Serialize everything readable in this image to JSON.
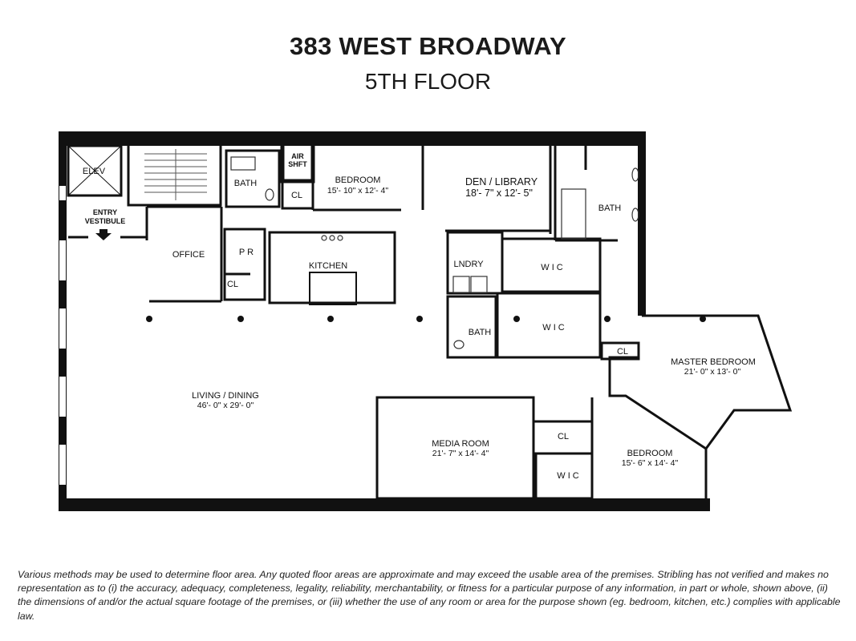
{
  "header": {
    "title": "383 WEST BROADWAY",
    "subtitle": "5TH FLOOR"
  },
  "rooms": {
    "elev": "ELEV",
    "entry_1": "ENTRY",
    "entry_2": "VESTIBULE",
    "bath_top": "BATH",
    "air_shaft_1": "AIR",
    "air_shaft_2": "SHFT",
    "cl_top": "CL",
    "bedroom_top_name": "BEDROOM",
    "bedroom_top_dim": "15'- 10\" x 12'- 4\"",
    "den_name": "DEN / LIBRARY",
    "den_dim": "18'- 7\" x 12'- 5\"",
    "bath_right": "BATH",
    "office": "OFFICE",
    "pr": "P R",
    "cl_office": "CL",
    "kitchen": "KITCHEN",
    "laundry": "LNDRY",
    "wic_top": "W I C",
    "wic_mid": "W I C",
    "bath_mid": "BATH",
    "cl_master": "CL",
    "master_name": "MASTER BEDROOM",
    "master_dim": "21'- 0\" x 13'- 0\"",
    "living_name": "LIVING / DINING",
    "living_dim": "46'- 0\" x 29'- 0\"",
    "media_name": "MEDIA ROOM",
    "media_dim": "21'- 7\" x 14'- 4\"",
    "cl_media": "CL",
    "wic_bottom": "W I C",
    "bedroom_bottom_name": "BEDROOM",
    "bedroom_bottom_dim": "15'- 6\" x 14'- 4\""
  },
  "disclaimer": "Various methods may be used to determine floor area. Any quoted floor areas are approximate and may exceed the usable area of the premises. Stribling has not verified and makes no representation as to (i) the accuracy, adequacy, completeness, legality, reliability, merchantability, or fitness for a particular purpose of any information, in part or whole, shown above, (ii) the dimensions of and/or the actual square footage of the premises, or (iii) whether the use of any room or area for the purpose shown (eg. bedroom, kitchen, etc.) complies with applicable law."
}
